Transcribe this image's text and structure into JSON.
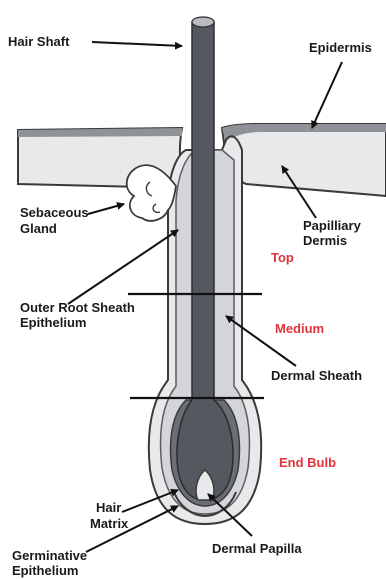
{
  "labels": {
    "hair_shaft": "Hair Shaft",
    "epidermis": "Epidermis",
    "papillary_dermis_1": "Papilliary",
    "papillary_dermis_2": "Dermis",
    "sebaceous_gland_1": "Sebaceous",
    "sebaceous_gland_2": "Gland",
    "outer_root_sheath_1": "Outer Root Sheath",
    "outer_root_sheath_2": "Epithelium",
    "dermal_sheath": "Dermal Sheath",
    "hair_matrix_1": "Hair",
    "hair_matrix_2": "Matrix",
    "germinative_epithelium_1": "Germinative",
    "germinative_epithelium_2": "Epithelium",
    "dermal_papilla": "Dermal Papilla"
  },
  "zones": {
    "top": "Top",
    "medium": "Medium",
    "end_bulb": "End Bulb"
  },
  "colors": {
    "zone_text": "#e0343c",
    "hair_shaft": "#55585e",
    "skin_fill": "#e8e9ea",
    "sheath_fill": "#d3d5d8",
    "outline": "#3a3a3a",
    "text": "#1a1a1a"
  }
}
